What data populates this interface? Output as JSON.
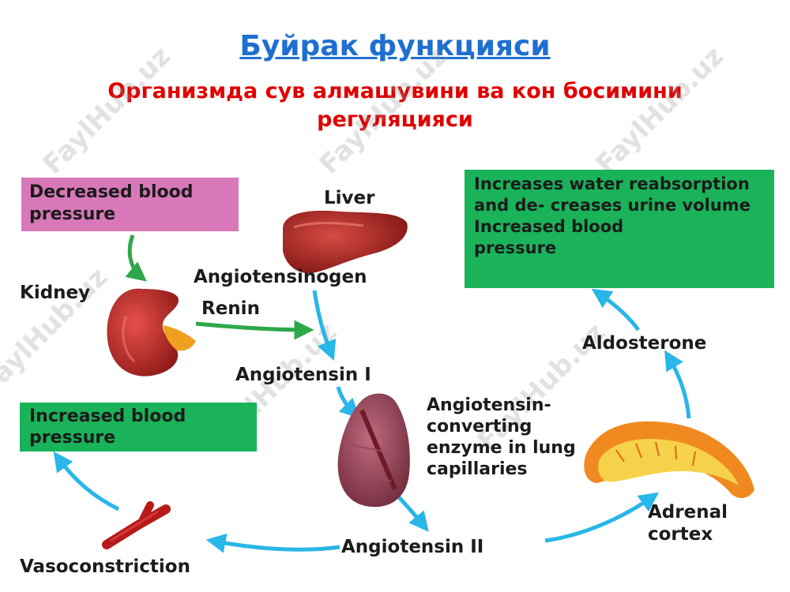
{
  "title": "Буйрак функцияси",
  "subtitle": "Организмда сув алмашувини ва кон босимини регуляцияси",
  "watermark": "FaylHub.uz",
  "boxes": {
    "decreased_bp": "Decreased blood pressure",
    "increased_bp": "Increased blood pressure",
    "effects_1": "Increases water reabsorption and de- creases urine volume",
    "effects_2": "Increased blood pressure"
  },
  "labels": {
    "liver": "Liver",
    "angiotensinogen": "Angiotensinogen",
    "kidney": "Kidney",
    "renin": "Renin",
    "angiotensin_1": "Angiotensin I",
    "ace": "Angiotensin- converting enzyme in lung capillaries",
    "angiotensin_2": "Angiotensin II",
    "vasoconstriction": "Vasoconstriction",
    "aldosterone": "Aldosterone",
    "adrenal_cortex": "Adrenal cortex"
  },
  "colors": {
    "title": "#1f6fd0",
    "subtitle": "#e00000",
    "pink_box": "#d878b8",
    "green_box": "#1ab35a",
    "blue_arrow": "#29b6e8",
    "green_arrow": "#2ea84a"
  },
  "icons": [
    "liver-icon",
    "kidney-icon",
    "lung-icon",
    "adrenal-cortex-icon",
    "blood-vessel-icon"
  ]
}
